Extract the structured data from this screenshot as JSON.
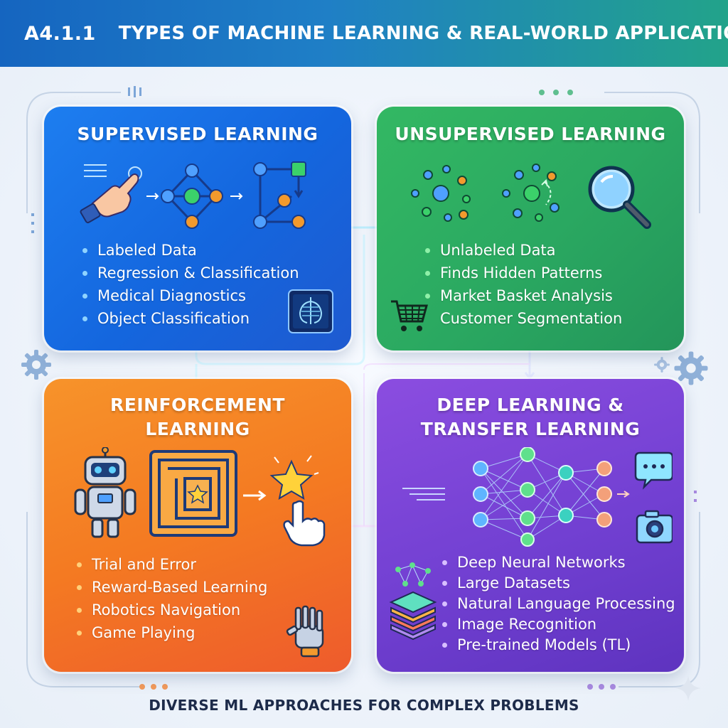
{
  "header": {
    "code": "A4.1.1",
    "title": "TYPES OF MACHINE LEARNING & REAL-WORLD APPLICATIONS"
  },
  "cards": {
    "supervised": {
      "title": "SUPERVISED LEARNING",
      "bullets": [
        "Labeled Data",
        "Regression & Classification",
        "Medical Diagnostics",
        "Object Classification"
      ]
    },
    "unsupervised": {
      "title": "UNSUPERVISED LEARNING",
      "bullets": [
        "Unlabeled Data",
        "Finds Hidden Patterns",
        "Market Basket Analysis",
        "Customer Segmentation"
      ]
    },
    "reinforcement": {
      "title_line1": "REINFORCEMENT",
      "title_line2": "LEARNING",
      "bullets": [
        "Trial and Error",
        "Reward-Based Learning",
        "Robotics Navigation",
        "Game Playing"
      ]
    },
    "deep": {
      "title_line1": "DEEP LEARNING &",
      "title_line2": "TRANSFER LEARNING",
      "bullets": [
        "Deep Neural Networks",
        "Large Datasets",
        "Natural Language Processing",
        "Image Recognition",
        "Pre-trained Models (TL)"
      ]
    }
  },
  "footer": {
    "tagline": "DIVERSE ML APPROACHES FOR COMPLEX PROBLEMS"
  },
  "colors": {
    "supervised": "#1b72e8",
    "unsupervised": "#2eae5e",
    "reinforcement": "#f47f24",
    "deep": "#7443d4",
    "node_blue": "#2f8cf0",
    "node_green": "#3bd16a",
    "node_orange": "#f39a2d"
  },
  "icons": [
    "hand-pointer-icon",
    "graph-nodes-icon",
    "flow-nodes-icon",
    "xray-icon",
    "cluster-icon",
    "magnifier-icon",
    "cart-icon",
    "robot-icon",
    "maze-icon",
    "star-icon",
    "robot-hand-icon",
    "neural-network-icon",
    "chat-bubble-icon",
    "camera-icon",
    "layers-icon",
    "gear-icon"
  ]
}
